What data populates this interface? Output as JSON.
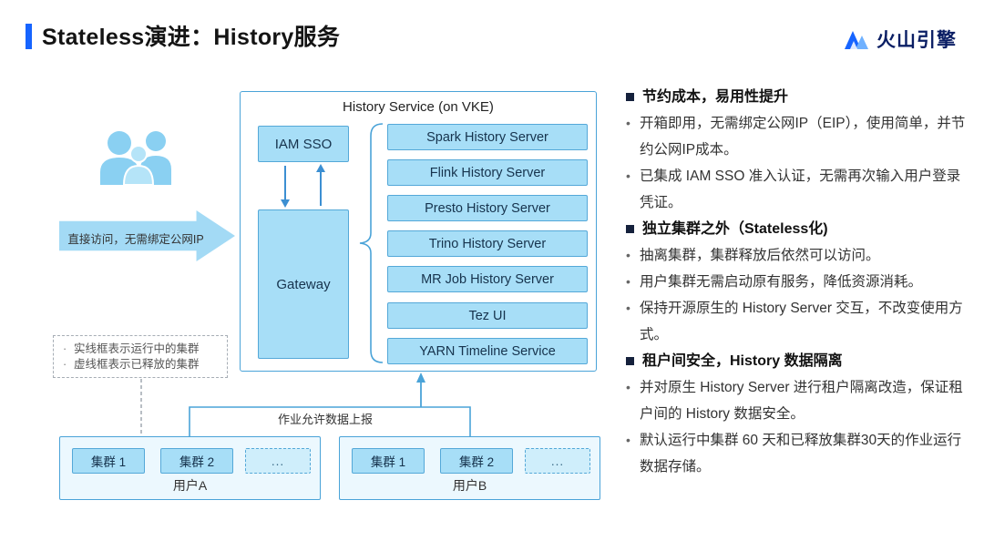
{
  "header": {
    "title": "Stateless演进：History服务",
    "logo": "火山引擎"
  },
  "diagram": {
    "access_arrow_label": "直接访问，无需绑定公网IP",
    "history_box_title": "History Service (on VKE)",
    "iam_sso_label": "IAM SSO",
    "gateway_label": "Gateway",
    "services": [
      "Spark History Server",
      "Flink History Server",
      "Presto History Server",
      "Trino History Server",
      "MR Job History Server",
      "Tez UI",
      "YARN Timeline Service"
    ],
    "legend": [
      "实线框表示运行中的集群",
      "虚线框表示已释放的集群"
    ],
    "report_label": "作业允许数据上报",
    "users": [
      {
        "label": "用户A",
        "clusters": [
          "集群 1",
          "集群 2",
          "..."
        ]
      },
      {
        "label": "用户B",
        "clusters": [
          "集群 1",
          "集群 2",
          "..."
        ]
      }
    ]
  },
  "panel": {
    "sections": [
      {
        "title": "节约成本，易用性提升",
        "bullets": [
          "开箱即用，无需绑定公网IP（EIP），使用简单，并节约公网IP成本。",
          "已集成 IAM SSO 准入认证，无需再次输入用户登录凭证。"
        ]
      },
      {
        "title": "独立集群之外（Stateless化)",
        "bullets": [
          "抽离集群，集群释放后依然可以访问。",
          "用户集群无需启动原有服务，降低资源消耗。",
          "保持开源原生的 History Server 交互，不改变使用方式。"
        ]
      },
      {
        "title": "租户间安全，History 数据隔离",
        "bullets": [
          "并对原生 History Server 进行租户隔离改造，保证租户间的 History 数据安全。",
          "默认运行中集群 60 天和已释放集群30天的作业运行数据存储。"
        ]
      }
    ]
  },
  "colors": {
    "accent": "#1664ff",
    "logo_navy": "#0a1e64",
    "box_fill": "#a7def7",
    "box_border": "#54a8d8",
    "container_fill": "#ecf8fe",
    "connector": "#4aa3d8"
  }
}
